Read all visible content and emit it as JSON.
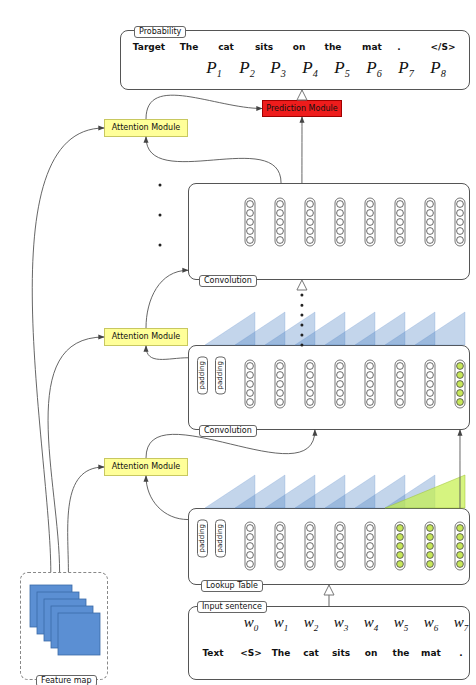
{
  "diagram": {
    "nodes": [
      {
        "text": [
          "Probability",
          "Target",
          "The",
          "cat",
          "sits",
          "on",
          "the",
          "mat",
          ".",
          "</S>",
          "P1",
          "P2",
          "P3",
          "P4",
          "P5",
          "P6",
          "P7",
          "P8"
        ]
      },
      {
        "text": [
          "Prediction Module"
        ]
      },
      {
        "text": [
          "Attention Module"
        ]
      },
      {
        "text": [
          "Convolution"
        ]
      },
      {
        "text": [
          "Attention Module"
        ]
      },
      {
        "text": [
          "padding",
          "padding",
          "Convolution"
        ]
      },
      {
        "text": [
          "Attention Module"
        ]
      },
      {
        "text": [
          "padding",
          "padding",
          "Lookup Table"
        ]
      },
      {
        "text": [
          "Input sentence",
          "w0",
          "w1",
          "w2",
          "w3",
          "w4",
          "w5",
          "w6",
          "w7",
          "Text",
          "<S>",
          "The",
          "cat",
          "sits",
          "on",
          "the",
          "mat",
          "."
        ]
      },
      {
        "text": [
          "Feature map"
        ]
      }
    ],
    "edges": [
      {
        "from": 1,
        "to": 0,
        "arrow": "to"
      },
      {
        "from": 3,
        "to": 1,
        "arrow": "to"
      },
      {
        "from": 2,
        "to": 1,
        "arrow": "to"
      },
      {
        "from": 3,
        "to": 2,
        "arrow": "to"
      },
      {
        "from": 5,
        "to": 3,
        "arrow": "to"
      },
      {
        "from": 4,
        "to": 3,
        "arrow": "to"
      },
      {
        "from": 5,
        "to": 4,
        "arrow": "to"
      },
      {
        "from": 6,
        "to": 5,
        "arrow": "to"
      },
      {
        "from": 7,
        "to": 6,
        "arrow": "to"
      },
      {
        "from": 7,
        "to": 5,
        "arrow": "to"
      },
      {
        "from": 8,
        "to": 7,
        "arrow": "to"
      },
      {
        "from": 9,
        "to": 2,
        "arrow": "to"
      },
      {
        "from": 9,
        "to": 4,
        "arrow": "to"
      },
      {
        "from": 9,
        "to": 6,
        "arrow": "to"
      }
    ]
  }
}
